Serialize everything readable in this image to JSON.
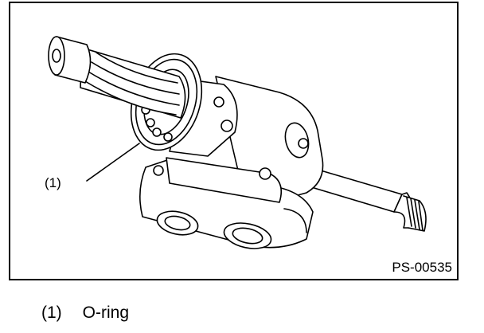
{
  "figure": {
    "id_code": "PS-00535",
    "callout": "(1)"
  },
  "legend": [
    {
      "number": "(1)",
      "label": "O-ring"
    }
  ]
}
